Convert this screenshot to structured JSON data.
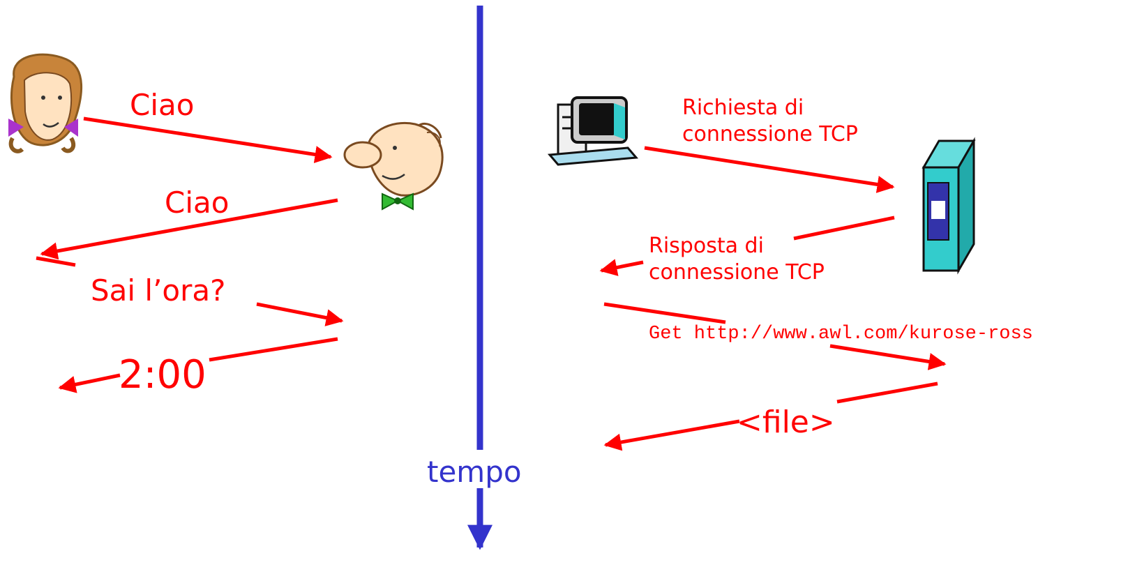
{
  "colors": {
    "message_arrow": "#ff0000",
    "time_axis": "#3333cc",
    "server_body": "#33cccc",
    "server_panel": "#3333aa"
  },
  "icons": {
    "woman": "woman-cartoon-icon",
    "man": "man-cartoon-icon",
    "computer": "desktop-computer-icon",
    "server": "server-icon"
  },
  "human_protocol": {
    "msg1": "Ciao",
    "msg2": "Ciao",
    "msg3": "Sai l’ora?",
    "msg4": "2:00"
  },
  "network_protocol": {
    "request_line1": "Richiesta di",
    "request_line2": "connessione TCP",
    "response_line1": "Risposta di",
    "response_line2": "connessione TCP",
    "get_request": "Get http://www.awl.com/kurose-ross",
    "file_reply": "<file>"
  },
  "time_axis": {
    "label": "tempo"
  }
}
